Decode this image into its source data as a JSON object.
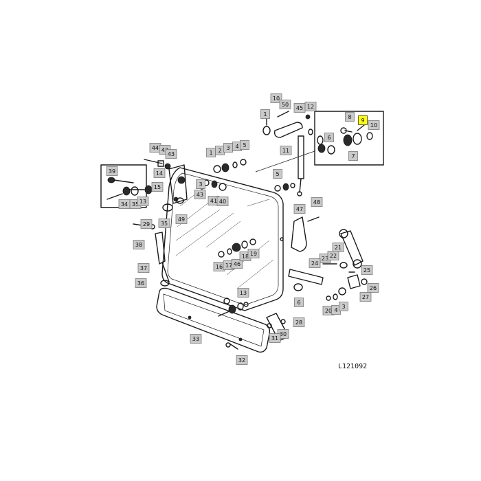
{
  "diagram": {
    "reference_code": "L121092",
    "highlight_color": "#ffff1a",
    "label_bg_color": "#c9c9c9",
    "callouts": [
      {
        "id": "10"
      },
      {
        "id": "50"
      },
      {
        "id": "45"
      },
      {
        "id": "12"
      },
      {
        "id": "1"
      },
      {
        "id": "8"
      },
      {
        "id": "9",
        "highlighted": true
      },
      {
        "id": "10"
      },
      {
        "id": "11"
      },
      {
        "id": "6"
      },
      {
        "id": "7"
      },
      {
        "id": "44"
      },
      {
        "id": "42"
      },
      {
        "id": "43"
      },
      {
        "id": "14"
      },
      {
        "id": "1"
      },
      {
        "id": "2"
      },
      {
        "id": "3"
      },
      {
        "id": "4"
      },
      {
        "id": "5"
      },
      {
        "id": "39"
      },
      {
        "id": "15"
      },
      {
        "id": "5"
      },
      {
        "id": "3"
      },
      {
        "id": "43"
      },
      {
        "id": "41"
      },
      {
        "id": "40"
      },
      {
        "id": "34"
      },
      {
        "id": "35"
      },
      {
        "id": "13"
      },
      {
        "id": "29"
      },
      {
        "id": "35"
      },
      {
        "id": "49"
      },
      {
        "id": "47"
      },
      {
        "id": "48"
      },
      {
        "id": "38"
      },
      {
        "id": "21"
      },
      {
        "id": "16"
      },
      {
        "id": "17"
      },
      {
        "id": "46"
      },
      {
        "id": "18"
      },
      {
        "id": "19"
      },
      {
        "id": "23"
      },
      {
        "id": "22"
      },
      {
        "id": "24"
      },
      {
        "id": "25"
      },
      {
        "id": "37"
      },
      {
        "id": "36"
      },
      {
        "id": "26"
      },
      {
        "id": "27"
      },
      {
        "id": "6"
      },
      {
        "id": "13"
      },
      {
        "id": "20"
      },
      {
        "id": "4"
      },
      {
        "id": "3"
      },
      {
        "id": "28"
      },
      {
        "id": "30"
      },
      {
        "id": "31"
      },
      {
        "id": "33"
      },
      {
        "id": "32"
      }
    ]
  }
}
